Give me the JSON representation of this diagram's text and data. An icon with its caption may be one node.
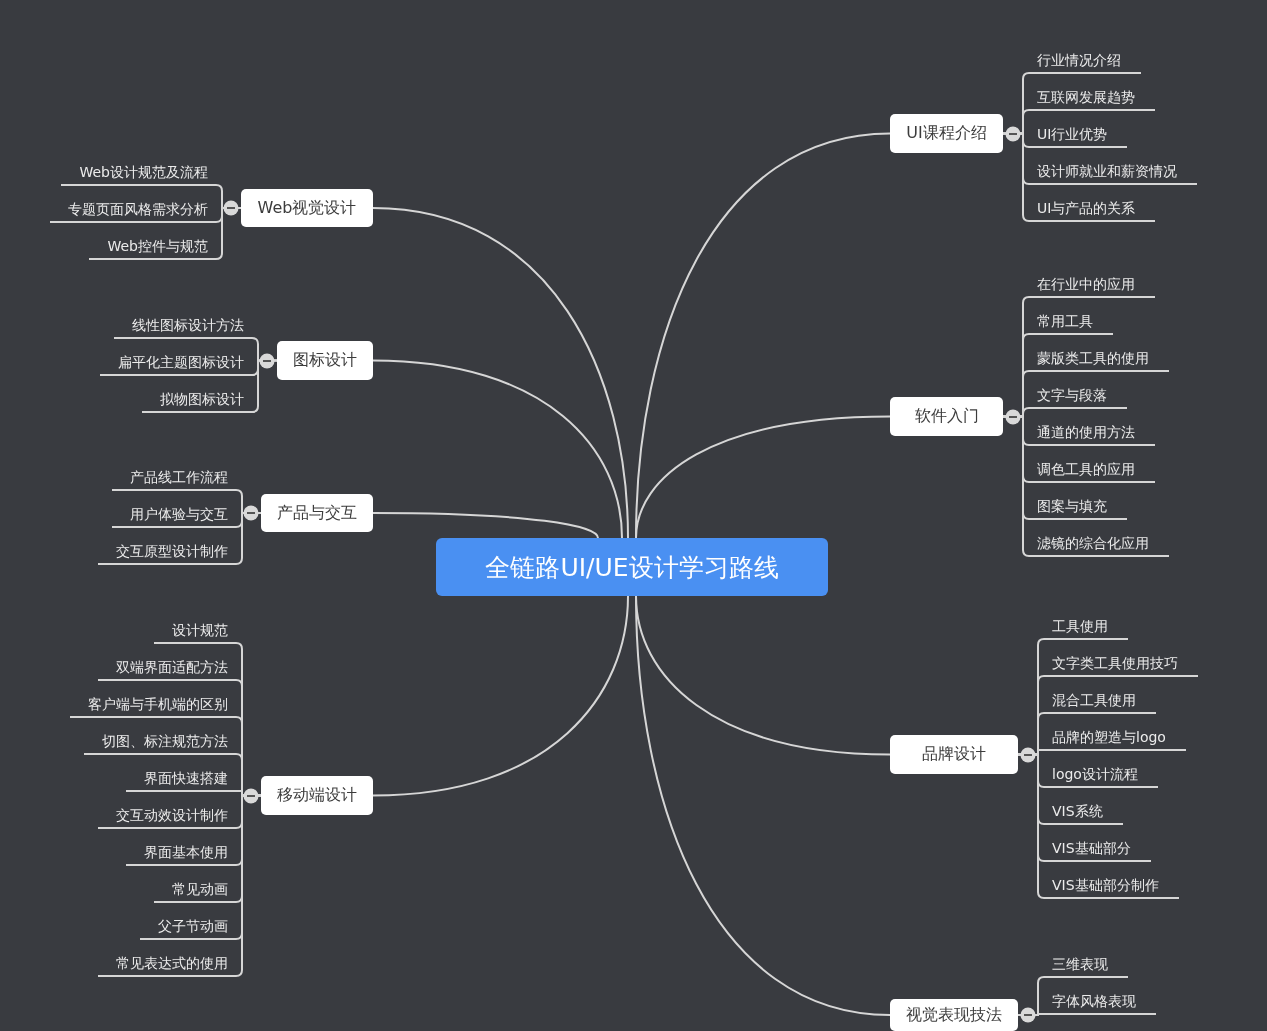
{
  "diagram": {
    "nodes": [
      {
        "text": [
          "全链路UI/UE设计学习路线"
        ]
      },
      {
        "text": [
          "UI课程介绍"
        ]
      },
      {
        "text": [
          "行业情况介绍"
        ]
      },
      {
        "text": [
          "互联网发展趋势"
        ]
      },
      {
        "text": [
          "UI行业优势"
        ]
      },
      {
        "text": [
          "设计师就业和薪资情况"
        ]
      },
      {
        "text": [
          "UI与产品的关系"
        ]
      },
      {
        "text": [
          "软件入门"
        ]
      },
      {
        "text": [
          "在行业中的应用"
        ]
      },
      {
        "text": [
          "常用工具"
        ]
      },
      {
        "text": [
          "蒙版类工具的使用"
        ]
      },
      {
        "text": [
          "文字与段落"
        ]
      },
      {
        "text": [
          "通道的使用方法"
        ]
      },
      {
        "text": [
          "调色工具的应用"
        ]
      },
      {
        "text": [
          "图案与填充"
        ]
      },
      {
        "text": [
          "滤镜的综合化应用"
        ]
      },
      {
        "text": [
          "品牌设计"
        ]
      },
      {
        "text": [
          "工具使用"
        ]
      },
      {
        "text": [
          "文字类工具使用技巧"
        ]
      },
      {
        "text": [
          "混合工具使用"
        ]
      },
      {
        "text": [
          "品牌的塑造与logo"
        ]
      },
      {
        "text": [
          "logo设计流程"
        ]
      },
      {
        "text": [
          "VIS系统"
        ]
      },
      {
        "text": [
          "VIS基础部分"
        ]
      },
      {
        "text": [
          "VIS基础部分制作"
        ]
      },
      {
        "text": [
          "视觉表现技法"
        ]
      },
      {
        "text": [
          "三维表现"
        ]
      },
      {
        "text": [
          "字体风格表现"
        ]
      },
      {
        "text": [
          "Web视觉设计"
        ]
      },
      {
        "text": [
          "Web设计规范及流程"
        ]
      },
      {
        "text": [
          "专题页面风格需求分析"
        ]
      },
      {
        "text": [
          "Web控件与规范"
        ]
      },
      {
        "text": [
          "图标设计"
        ]
      },
      {
        "text": [
          "线性图标设计方法"
        ]
      },
      {
        "text": [
          "扁平化主题图标设计"
        ]
      },
      {
        "text": [
          "拟物图标设计"
        ]
      },
      {
        "text": [
          "产品与交互"
        ]
      },
      {
        "text": [
          "产品线工作流程"
        ]
      },
      {
        "text": [
          "用户体验与交互"
        ]
      },
      {
        "text": [
          "交互原型设计制作"
        ]
      },
      {
        "text": [
          "移动端设计"
        ]
      },
      {
        "text": [
          "设计规范"
        ]
      },
      {
        "text": [
          "双端界面适配方法"
        ]
      },
      {
        "text": [
          "客户端与手机端的区别"
        ]
      },
      {
        "text": [
          "切图、标注规范方法"
        ]
      },
      {
        "text": [
          "界面快速搭建"
        ]
      },
      {
        "text": [
          "交互动效设计制作"
        ]
      },
      {
        "text": [
          "界面基本使用"
        ]
      },
      {
        "text": [
          "常见动画"
        ]
      },
      {
        "text": [
          "父子节动画"
        ]
      },
      {
        "text": [
          "常见表达式的使用"
        ]
      }
    ],
    "edges": [
      {
        "from": 0,
        "to": 1,
        "arrow": "none"
      },
      {
        "from": 0,
        "to": 7,
        "arrow": "none"
      },
      {
        "from": 0,
        "to": 16,
        "arrow": "none"
      },
      {
        "from": 0,
        "to": 25,
        "arrow": "none"
      },
      {
        "from": 0,
        "to": 28,
        "arrow": "none"
      },
      {
        "from": 0,
        "to": 32,
        "arrow": "none"
      },
      {
        "from": 0,
        "to": 36,
        "arrow": "none"
      },
      {
        "from": 0,
        "to": 40,
        "arrow": "none"
      },
      {
        "from": 1,
        "to": 2,
        "arrow": "none"
      },
      {
        "from": 1,
        "to": 3,
        "arrow": "none"
      },
      {
        "from": 1,
        "to": 4,
        "arrow": "none"
      },
      {
        "from": 1,
        "to": 5,
        "arrow": "none"
      },
      {
        "from": 1,
        "to": 6,
        "arrow": "none"
      },
      {
        "from": 7,
        "to": 8,
        "arrow": "none"
      },
      {
        "from": 7,
        "to": 9,
        "arrow": "none"
      },
      {
        "from": 7,
        "to": 10,
        "arrow": "none"
      },
      {
        "from": 7,
        "to": 11,
        "arrow": "none"
      },
      {
        "from": 7,
        "to": 12,
        "arrow": "none"
      },
      {
        "from": 7,
        "to": 13,
        "arrow": "none"
      },
      {
        "from": 7,
        "to": 14,
        "arrow": "none"
      },
      {
        "from": 7,
        "to": 15,
        "arrow": "none"
      },
      {
        "from": 16,
        "to": 17,
        "arrow": "none"
      },
      {
        "from": 16,
        "to": 18,
        "arrow": "none"
      },
      {
        "from": 16,
        "to": 19,
        "arrow": "none"
      },
      {
        "from": 16,
        "to": 20,
        "arrow": "none"
      },
      {
        "from": 16,
        "to": 21,
        "arrow": "none"
      },
      {
        "from": 16,
        "to": 22,
        "arrow": "none"
      },
      {
        "from": 16,
        "to": 23,
        "arrow": "none"
      },
      {
        "from": 16,
        "to": 24,
        "arrow": "none"
      },
      {
        "from": 25,
        "to": 26,
        "arrow": "none"
      },
      {
        "from": 25,
        "to": 27,
        "arrow": "none"
      },
      {
        "from": 28,
        "to": 29,
        "arrow": "none"
      },
      {
        "from": 28,
        "to": 30,
        "arrow": "none"
      },
      {
        "from": 28,
        "to": 31,
        "arrow": "none"
      },
      {
        "from": 32,
        "to": 33,
        "arrow": "none"
      },
      {
        "from": 32,
        "to": 34,
        "arrow": "none"
      },
      {
        "from": 32,
        "to": 35,
        "arrow": "none"
      },
      {
        "from": 36,
        "to": 37,
        "arrow": "none"
      },
      {
        "from": 36,
        "to": 38,
        "arrow": "none"
      },
      {
        "from": 36,
        "to": 39,
        "arrow": "none"
      },
      {
        "from": 40,
        "to": 41,
        "arrow": "none"
      },
      {
        "from": 40,
        "to": 42,
        "arrow": "none"
      },
      {
        "from": 40,
        "to": 43,
        "arrow": "none"
      },
      {
        "from": 40,
        "to": 44,
        "arrow": "none"
      },
      {
        "from": 40,
        "to": 45,
        "arrow": "none"
      },
      {
        "from": 40,
        "to": 46,
        "arrow": "none"
      },
      {
        "from": 40,
        "to": 47,
        "arrow": "none"
      },
      {
        "from": 40,
        "to": 48,
        "arrow": "none"
      },
      {
        "from": 40,
        "to": 49,
        "arrow": "none"
      },
      {
        "from": 40,
        "to": 50,
        "arrow": "none"
      }
    ]
  }
}
